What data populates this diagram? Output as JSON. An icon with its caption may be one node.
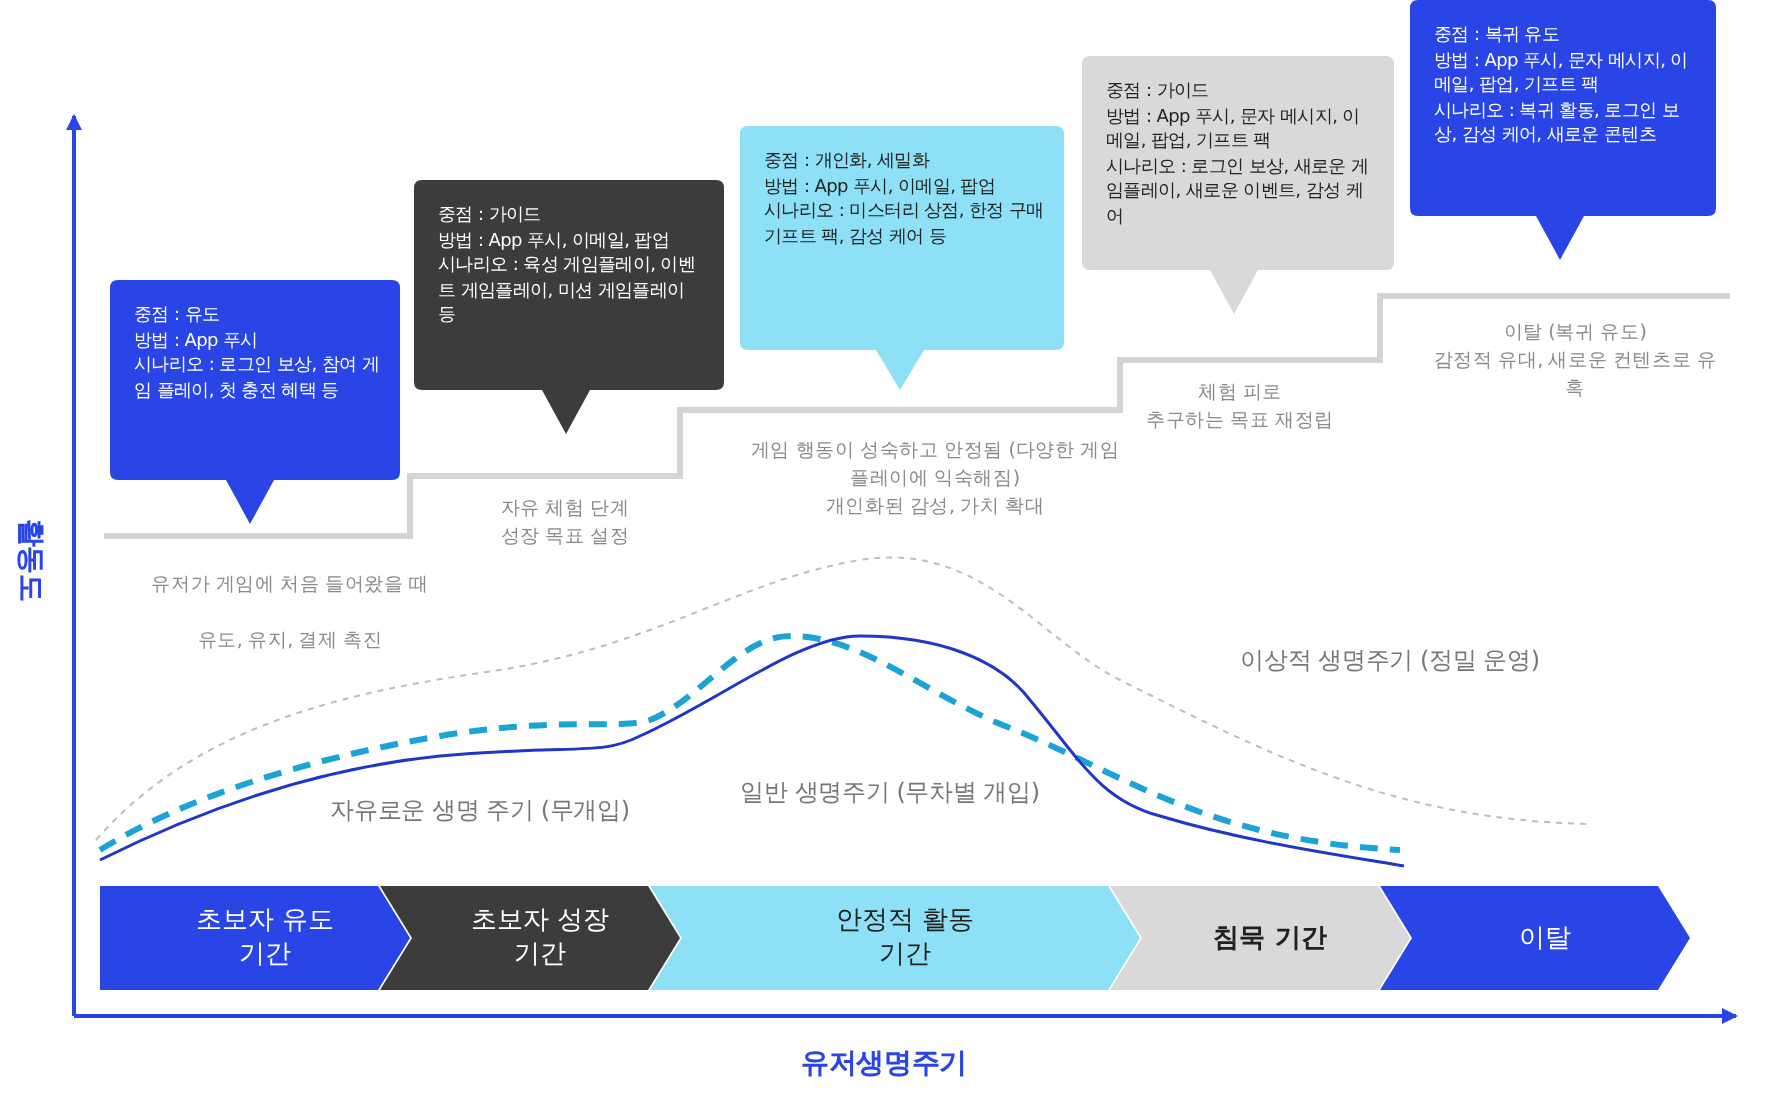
{
  "diagram": {
    "nodes": [
      {
        "text": [
          "중점 : 유도",
          "방법 : App 푸시",
          "시나리오 : 로그인 보상, 참여 게임 플레이, 첫 충전 혜택 등"
        ]
      },
      {
        "text": [
          "중점 : 가이드",
          "방법 : App 푸시, 이메일, 팝업",
          "시나리오 : 육성 게임플레이, 이벤트 게임플레이, 미션 게임플레이 등"
        ]
      },
      {
        "text": [
          "중점 : 개인화, 세밀화",
          "방법 : App 푸시, 이메일, 팝업",
          "시나리오 : 미스터리 상점, 한정 구매 기프트 팩, 감성 케어 등"
        ]
      },
      {
        "text": [
          "중점 : 가이드",
          "방법 : App 푸시, 문자 메시지, 이메일, 팝업, 기프트 팩",
          "시나리오 : 로그인 보상, 새로운 게임플레이, 새로운 이벤트, 감성 케어"
        ]
      },
      {
        "text": [
          "중점 : 복귀 유도",
          "방법 : App 푸시, 문자 메시지, 이메일, 팝업, 기프트 팩",
          "시나리오 : 복귀 활동, 로그인 보상, 감성 케어, 새로운 콘텐츠"
        ]
      },
      {
        "text": [
          "초보자 유도기간"
        ]
      },
      {
        "text": [
          "초보자 성장 기간"
        ]
      },
      {
        "text": [
          "안정적 활동 기간"
        ]
      },
      {
        "text": [
          "침묵 기간"
        ]
      },
      {
        "text": [
          "이탈"
        ]
      }
    ],
    "labels": [
      "이탈 (복귀 유도)",
      "감정적 유대, 새로운 컨텐츠로 유혹",
      "체험 피로",
      "추구하는 목표 재정립",
      "게임 행동이 성숙하고 안정됨 (다양한 게임 플레이에 익숙해짐)",
      "개인화된 감성, 가치 확대",
      "자유 체험 단계",
      "성장 목표 설정",
      "활동도",
      "유저가 게임에 처음 들어왔을 때",
      "유도, 유지, 결제 촉진",
      "이상적 생명주기 (정밀 운영)",
      "일반 생명주기 (무차별 개입)",
      "자유로운 생명 주기 (무개입)",
      "유저생명주기"
    ]
  }
}
